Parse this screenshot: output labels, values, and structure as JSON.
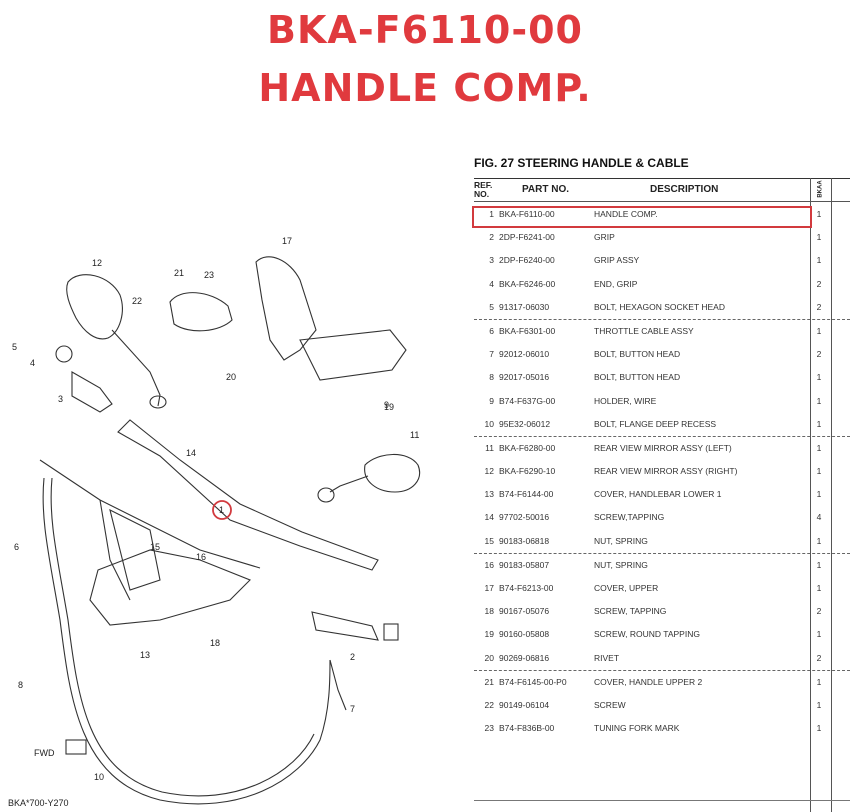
{
  "header": {
    "part_code": "BKA-F6110-00",
    "part_name": "HANDLE COMP."
  },
  "figure": {
    "title": "FIG. 27  STEERING HANDLE & CABLE",
    "diagram_code": "BKA*700-Y270",
    "fwd_label": "FWD"
  },
  "table": {
    "col_ref": "REF.\nNO.",
    "col_part": "PART NO.",
    "col_desc": "DESCRIPTION",
    "col_model": "BKAA",
    "rows": [
      {
        "ref": "1",
        "part": "BKA-F6110-00",
        "desc": "HANDLE COMP.",
        "qty": "1"
      },
      {
        "ref": "2",
        "part": "2DP-F6241-00",
        "desc": "GRIP",
        "qty": "1"
      },
      {
        "ref": "3",
        "part": "2DP-F6240-00",
        "desc": "GRIP ASSY",
        "qty": "1"
      },
      {
        "ref": "4",
        "part": "BKA-F6246-00",
        "desc": "END, GRIP",
        "qty": "2"
      },
      {
        "ref": "5",
        "part": "91317-06030",
        "desc": "BOLT, HEXAGON SOCKET HEAD",
        "qty": "2"
      },
      {
        "ref": "6",
        "part": "BKA-F6301-00",
        "desc": "THROTTLE CABLE ASSY",
        "qty": "1"
      },
      {
        "ref": "7",
        "part": "92012-06010",
        "desc": "BOLT, BUTTON HEAD",
        "qty": "2"
      },
      {
        "ref": "8",
        "part": "92017-05016",
        "desc": "BOLT, BUTTON HEAD",
        "qty": "1"
      },
      {
        "ref": "9",
        "part": "B74-F637G-00",
        "desc": "HOLDER, WIRE",
        "qty": "1"
      },
      {
        "ref": "10",
        "part": "95E32-06012",
        "desc": "BOLT, FLANGE DEEP RECESS",
        "qty": "1"
      },
      {
        "ref": "11",
        "part": "BKA-F6280-00",
        "desc": "REAR VIEW MIRROR ASSY (LEFT)",
        "qty": "1"
      },
      {
        "ref": "12",
        "part": "BKA-F6290-10",
        "desc": "REAR VIEW MIRROR ASSY (RIGHT)",
        "qty": "1"
      },
      {
        "ref": "13",
        "part": "B74-F6144-00",
        "desc": "COVER, HANDLEBAR LOWER 1",
        "qty": "1"
      },
      {
        "ref": "14",
        "part": "97702-50016",
        "desc": "SCREW,TAPPING",
        "qty": "4"
      },
      {
        "ref": "15",
        "part": "90183-06818",
        "desc": "NUT, SPRING",
        "qty": "1"
      },
      {
        "ref": "16",
        "part": "90183-05807",
        "desc": "NUT, SPRING",
        "qty": "1"
      },
      {
        "ref": "17",
        "part": "B74-F6213-00",
        "desc": "COVER, UPPER",
        "qty": "1"
      },
      {
        "ref": "18",
        "part": "90167-05076",
        "desc": "SCREW, TAPPING",
        "qty": "2"
      },
      {
        "ref": "19",
        "part": "90160-05808",
        "desc": "SCREW, ROUND TAPPING",
        "qty": "1"
      },
      {
        "ref": "20",
        "part": "90269-06816",
        "desc": "RIVET",
        "qty": "2"
      },
      {
        "ref": "21",
        "part": "B74-F6145-00-P0",
        "desc": "COVER, HANDLE UPPER 2",
        "qty": "1"
      },
      {
        "ref": "22",
        "part": "90149-06104",
        "desc": "SCREW",
        "qty": "1"
      },
      {
        "ref": "23",
        "part": "B74-F836B-00",
        "desc": "TUNING FORK MARK",
        "qty": "1"
      }
    ]
  },
  "callouts": [
    "1",
    "2",
    "3",
    "4",
    "5",
    "6",
    "7",
    "8",
    "9",
    "10",
    "11",
    "12",
    "13",
    "14",
    "15",
    "16",
    "17",
    "18",
    "19",
    "20",
    "21",
    "22",
    "23"
  ]
}
